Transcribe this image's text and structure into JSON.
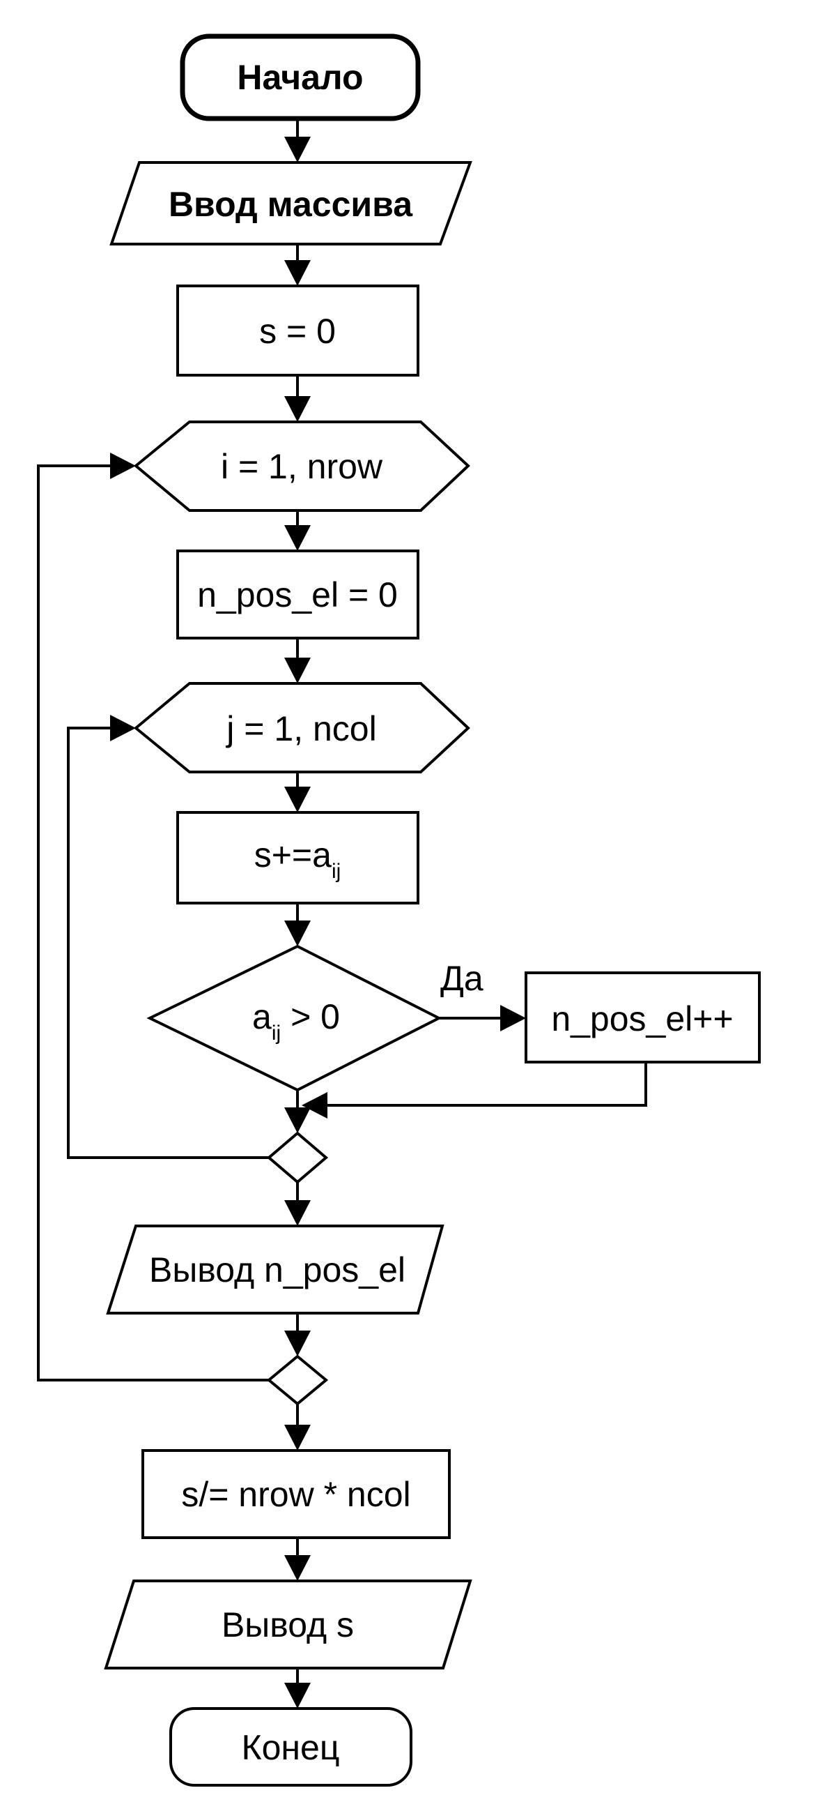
{
  "flowchart": {
    "start": "Начало",
    "input_array": "Ввод массива",
    "init_s": "s = 0",
    "loop_i": "i = 1, nrow",
    "init_count": "n_pos_el = 0",
    "loop_j": "j = 1, ncol",
    "accumulate": {
      "base": "s+=a",
      "subscript": "ij"
    },
    "condition": {
      "base": "a",
      "subscript": "ij",
      "rest": " > 0"
    },
    "yes_label": "Да",
    "increment": "n_pos_el++",
    "output_count": "Вывод n_pos_el",
    "average": "s/= nrow * ncol",
    "output_s": "Вывод s",
    "end": "Конец"
  }
}
